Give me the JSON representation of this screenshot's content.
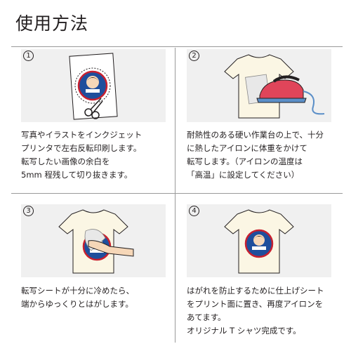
{
  "title": "使用方法",
  "steps": [
    {
      "number": "1",
      "lines": [
        "写真やイラストをインクジェット",
        "プリンタで左右反転印刷します。",
        "転写したい画像の余白を",
        "5mm 程残して切り抜きます。"
      ]
    },
    {
      "number": "2",
      "lines": [
        "耐熱性のある硬い作業台の上で、十分",
        "に熱したアイロンに体重をかけて",
        "転写します。（アイロンの温度は",
        "「高温」に設定してください）"
      ]
    },
    {
      "number": "3",
      "lines": [
        "転写シートが十分に冷めたら、",
        "端からゆっくりとはがします。"
      ]
    },
    {
      "number": "4",
      "lines": [
        "はがれを防止するために仕上げシート",
        "をプリント面に置き、再度アイロンを",
        "あてます。",
        "オリジナル T シャツ完成です。"
      ]
    }
  ],
  "colors": {
    "badge_blue": "#1f4e9c",
    "badge_red": "#c8202f",
    "iron_red": "#e0455a",
    "iron_blue": "#5b8fc8",
    "shirt": "#fbf6e4",
    "panel_bg": "#f0f0f0"
  },
  "icons": [
    "scissors-icon",
    "tshirt-icon",
    "iron-icon",
    "hand-icon",
    "badge-logo"
  ]
}
